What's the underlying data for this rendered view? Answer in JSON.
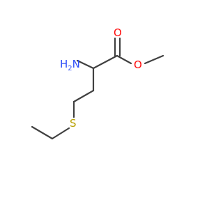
{
  "molecule": {
    "atoms": [
      {
        "id": "n1",
        "symbol": "N",
        "label": "N",
        "suffix": "H",
        "subscript": "2",
        "color": "#3050F8"
      },
      {
        "id": "o1",
        "symbol": "O",
        "label": "O",
        "color": "#FF0D0D"
      },
      {
        "id": "o2",
        "symbol": "O",
        "label": "O",
        "color": "#FF0D0D"
      },
      {
        "id": "s1",
        "symbol": "S",
        "label": "S",
        "color": "#B8A000"
      }
    ],
    "bond_color": "#404040"
  }
}
